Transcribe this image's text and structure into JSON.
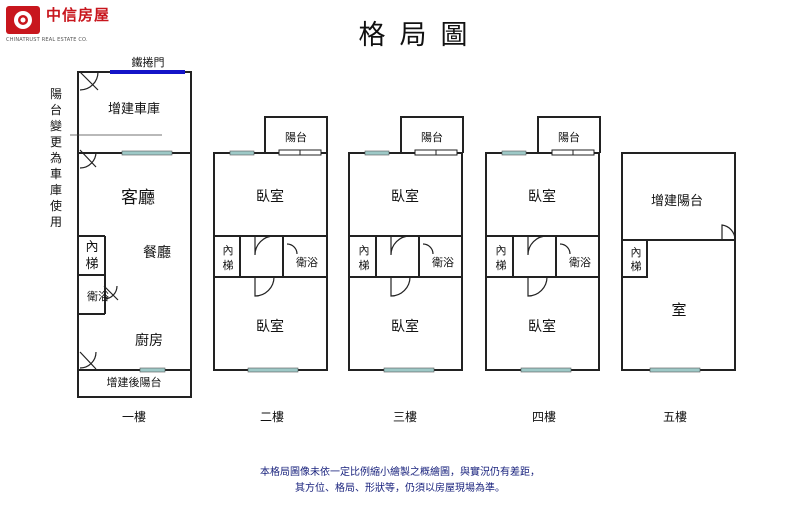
{
  "header": {
    "logo_name": "中信房屋",
    "logo_sub": "CHINATRUST REAL ESTATE CO.",
    "title": "格局圖"
  },
  "side_note": "陽台變更為車庫使用",
  "floors": {
    "f1": {
      "label": "一樓",
      "rooms": {
        "iron_gate": "鐵捲門",
        "garage": "增建車庫",
        "living": "客廳",
        "dining": "餐廳",
        "stair": "內梯",
        "bath": "衛浴",
        "kitchen": "廚房",
        "rear_balcony": "增建後陽台"
      }
    },
    "f2": {
      "label": "二樓",
      "rooms": {
        "balcony": "陽台",
        "bedroom_front": "臥室",
        "stair": "內梯",
        "bath": "衛浴",
        "bedroom_rear": "臥室"
      }
    },
    "f3": {
      "label": "三樓",
      "rooms": {
        "balcony": "陽台",
        "bedroom_front": "臥室",
        "stair": "內梯",
        "bath": "衛浴",
        "bedroom_rear": "臥室"
      }
    },
    "f4": {
      "label": "四樓",
      "rooms": {
        "balcony": "陽台",
        "bedroom_front": "臥室",
        "stair": "內梯",
        "bath": "衛浴",
        "bedroom_rear": "臥室"
      }
    },
    "f5": {
      "label": "五樓",
      "rooms": {
        "balcony": "增建陽台",
        "stair": "內梯",
        "room": "室"
      }
    }
  },
  "disclaimer": {
    "line1": "本格局圖像未依一定比例縮小繪製之概繪圖，與實況仍有差距，",
    "line2": "其方位、格局、形狀等，仍須以房屋現場為準。"
  },
  "colors": {
    "wall": "#222222",
    "window": "#9ec9c7",
    "gate": "#1414c8",
    "logo": "#c8161d",
    "note": "#1a237e"
  }
}
